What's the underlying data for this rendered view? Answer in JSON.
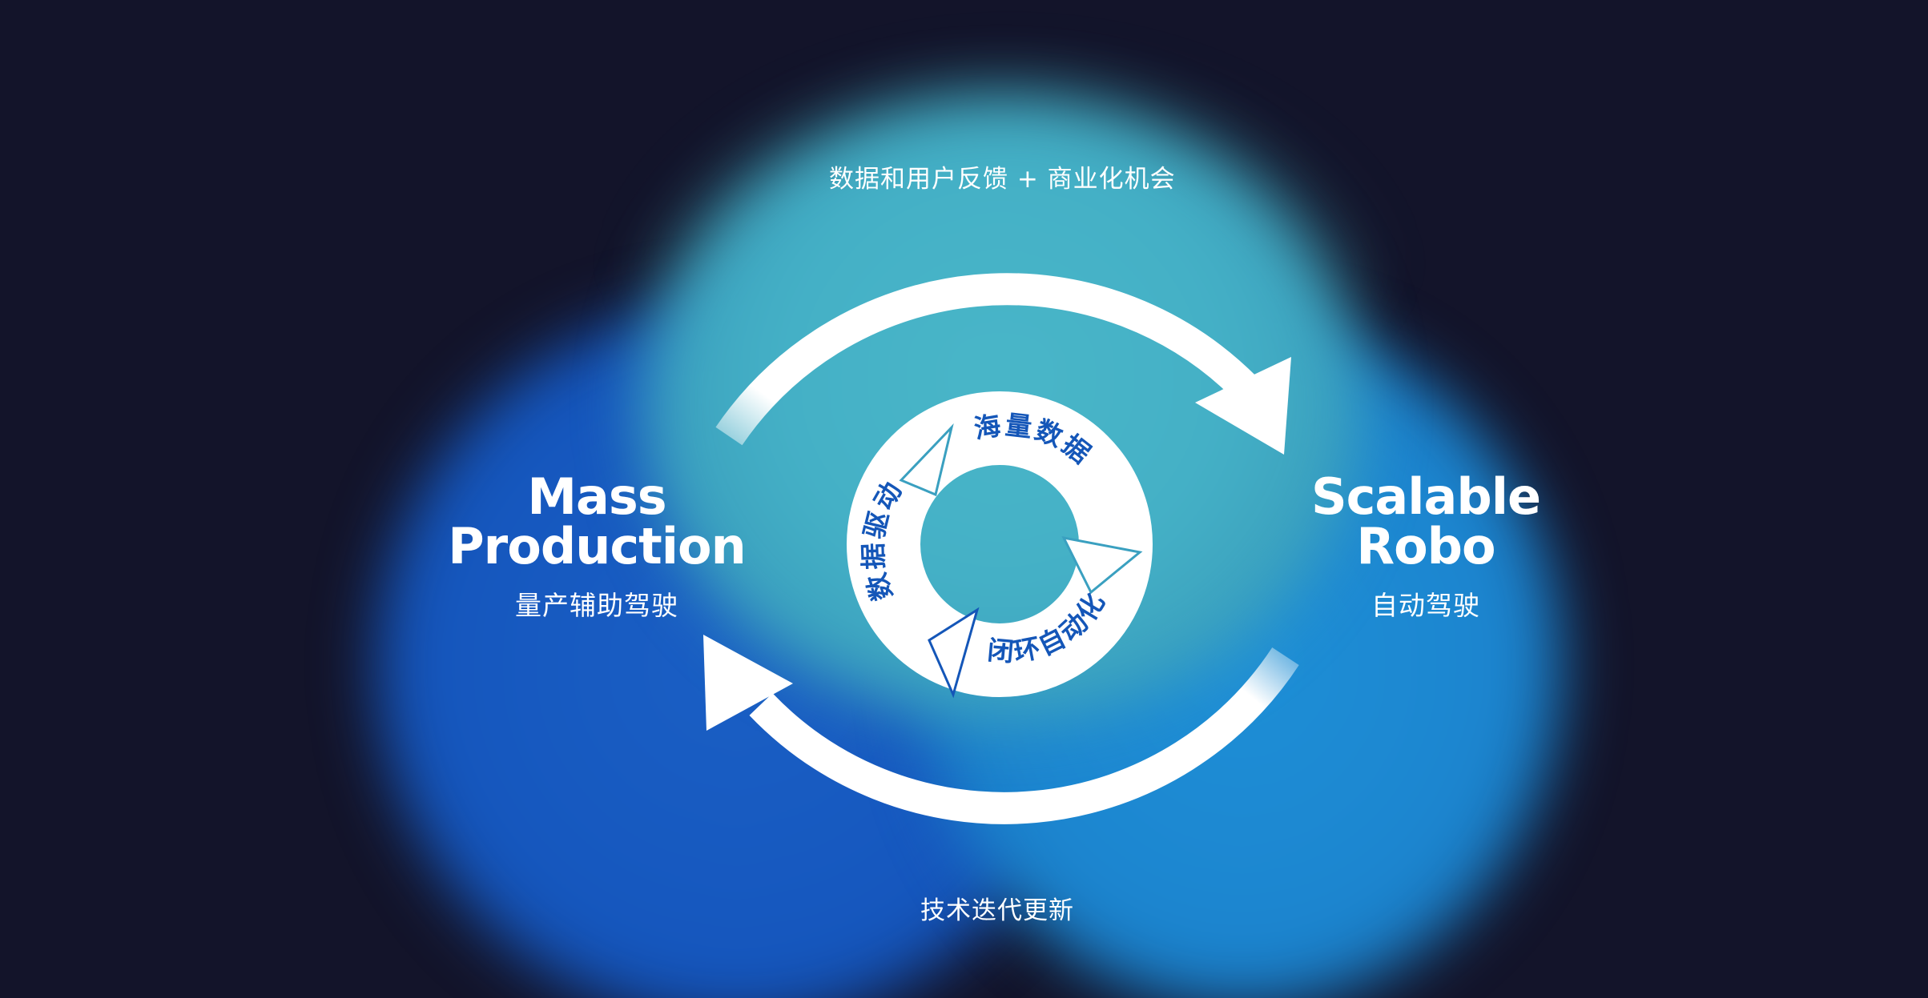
{
  "diagram": {
    "outer_cycle": {
      "top_caption": "数据和用户反馈 + 商业化机会",
      "bottom_caption": "技术迭代更新"
    },
    "nodes": {
      "left": {
        "title_line1": "Mass",
        "title_line2": "Production",
        "subtitle": "量产辅助驾驶"
      },
      "right": {
        "title_line1": "Scalable",
        "title_line2": "Robo",
        "subtitle": "自动驾驶"
      }
    },
    "inner_cycle": {
      "segments": [
        "海量数据",
        "闭环自动化",
        "数据驱动"
      ]
    },
    "colors": {
      "background": "#13142a",
      "teal": "#46b3c6",
      "blue_left": "#1658bf",
      "blue_right": "#1c86d0",
      "inner_text": "#1456b8",
      "white": "#ffffff"
    }
  }
}
